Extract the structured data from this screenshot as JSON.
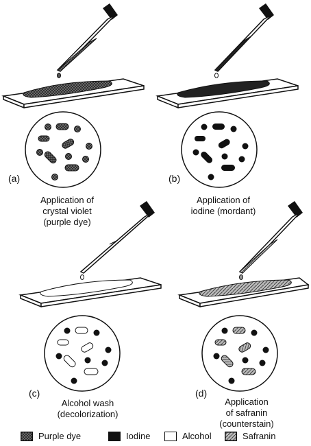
{
  "panels": [
    {
      "letter": "(a)",
      "caption": [
        "Application of",
        "crystal violet",
        "(purple dye)"
      ]
    },
    {
      "letter": "(b)",
      "caption": [
        "Application of",
        "iodine (mordant)"
      ]
    },
    {
      "letter": "(c)",
      "caption": [
        "Alcohol wash",
        "(decolorization)"
      ]
    },
    {
      "letter": "(d)",
      "caption": [
        "Application",
        "of safranin",
        "(counterstain)"
      ]
    }
  ],
  "legend": [
    {
      "label": "Purple dye",
      "pattern": "crosshatch"
    },
    {
      "label": "Iodine",
      "pattern": "solid"
    },
    {
      "label": "Alcohol",
      "pattern": "empty"
    },
    {
      "label": "Safranin",
      "pattern": "diagonal"
    }
  ]
}
